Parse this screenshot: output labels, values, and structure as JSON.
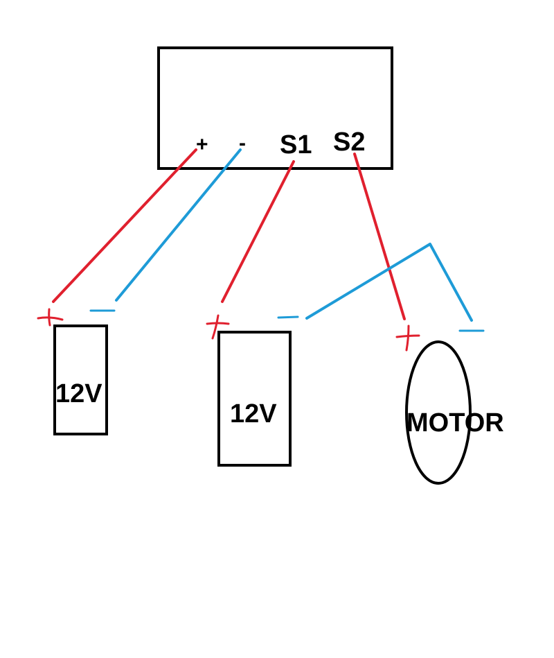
{
  "colors": {
    "outline": "#000000",
    "positive_wire": "#e0202e",
    "negative_wire": "#1e9bd7",
    "background": "#ffffff"
  },
  "controller": {
    "terminal_plus": "+",
    "terminal_minus": "-",
    "terminal_s1": "S1",
    "terminal_s2": "S2"
  },
  "battery_1": {
    "label": "12V"
  },
  "battery_2": {
    "label": "12V"
  },
  "motor": {
    "label": "MOTOR"
  }
}
